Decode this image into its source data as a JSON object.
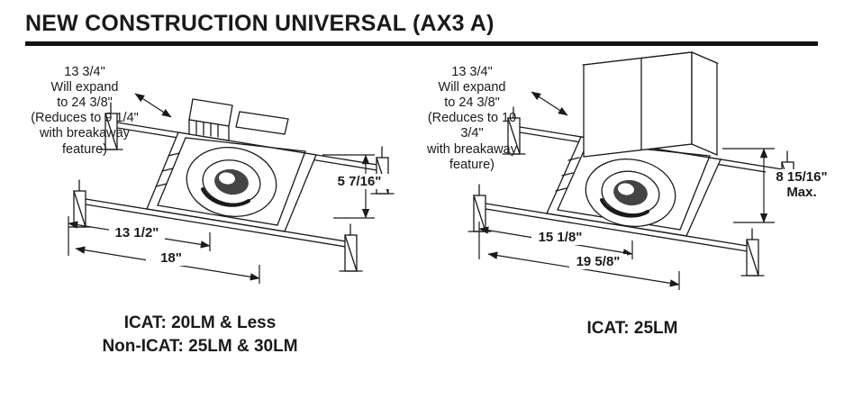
{
  "page": {
    "title": "NEW CONSTRUCTION UNIVERSAL (AX3 A)"
  },
  "left": {
    "expand_note": "13 3/4\"\nWill expand\nto 24 3/8\"\n(Reduces to 9 1/4\"\nwith breakaway\nfeature)",
    "height_dim": "5 7/16\"",
    "inner_width_dim": "13 1/2\"",
    "outer_width_dim": "18\"",
    "caption_line1": "ICAT: 20LM & Less",
    "caption_line2": "Non-ICAT: 25LM & 30LM"
  },
  "right": {
    "expand_note": "13 3/4\"\nWill expand\nto 24 3/8\"\n(Reduces to 10 3/4\"\nwith breakaway\nfeature)",
    "height_dim": "8 15/16\"\nMax.",
    "inner_width_dim": "15 1/8\"",
    "outer_width_dim": "19 5/8\"",
    "caption": "ICAT: 25LM"
  },
  "colors": {
    "ink": "#1a1a1a"
  }
}
